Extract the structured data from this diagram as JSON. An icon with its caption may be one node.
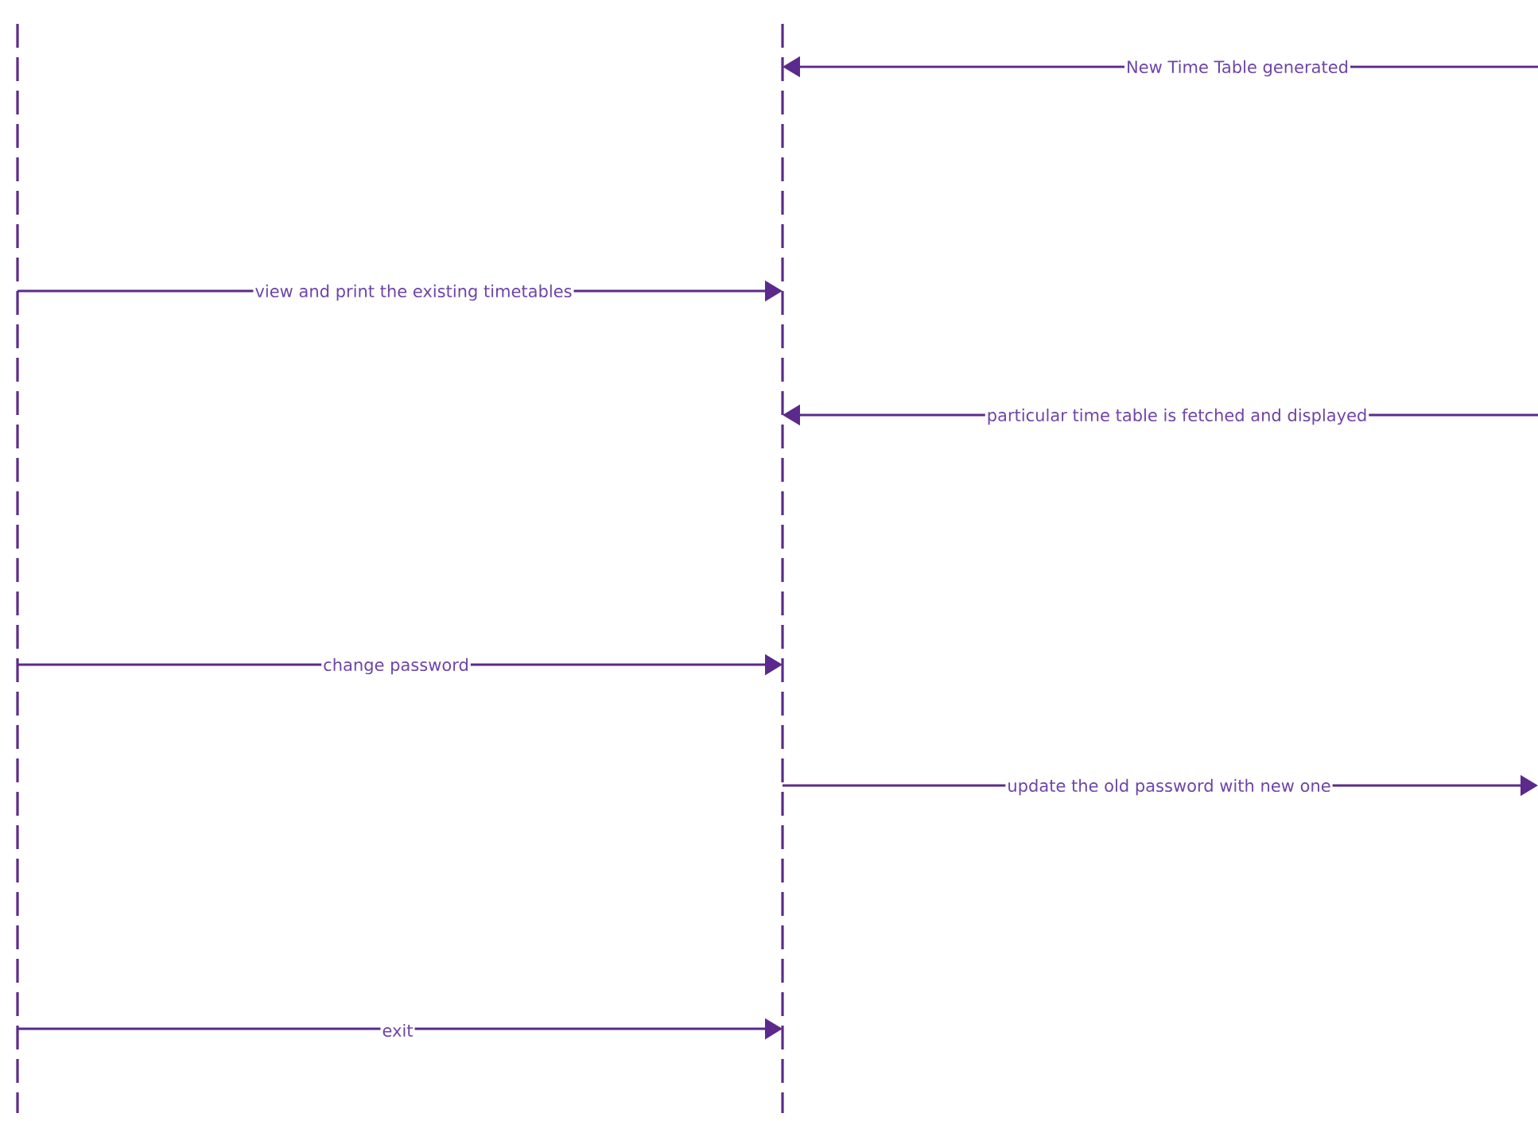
{
  "diagram": {
    "nodes": [
      {
        "text": [],
        "shape": "line"
      },
      {
        "text": [],
        "shape": "line"
      }
    ],
    "edges": [
      {
        "from": null,
        "to": 1,
        "arrow": "to",
        "label": "New Time Table generated"
      },
      {
        "from": 0,
        "to": 1,
        "arrow": "to",
        "label": "view and print the existing timetables"
      },
      {
        "from": null,
        "to": 1,
        "arrow": "to",
        "label": "particular time table is fetched and displayed"
      },
      {
        "from": 0,
        "to": 1,
        "arrow": "to",
        "label": "change password"
      },
      {
        "from": 1,
        "to": null,
        "arrow": "to",
        "label": "update the old password with new one"
      },
      {
        "from": 0,
        "to": 1,
        "arrow": "to",
        "label": "exit"
      }
    ]
  }
}
